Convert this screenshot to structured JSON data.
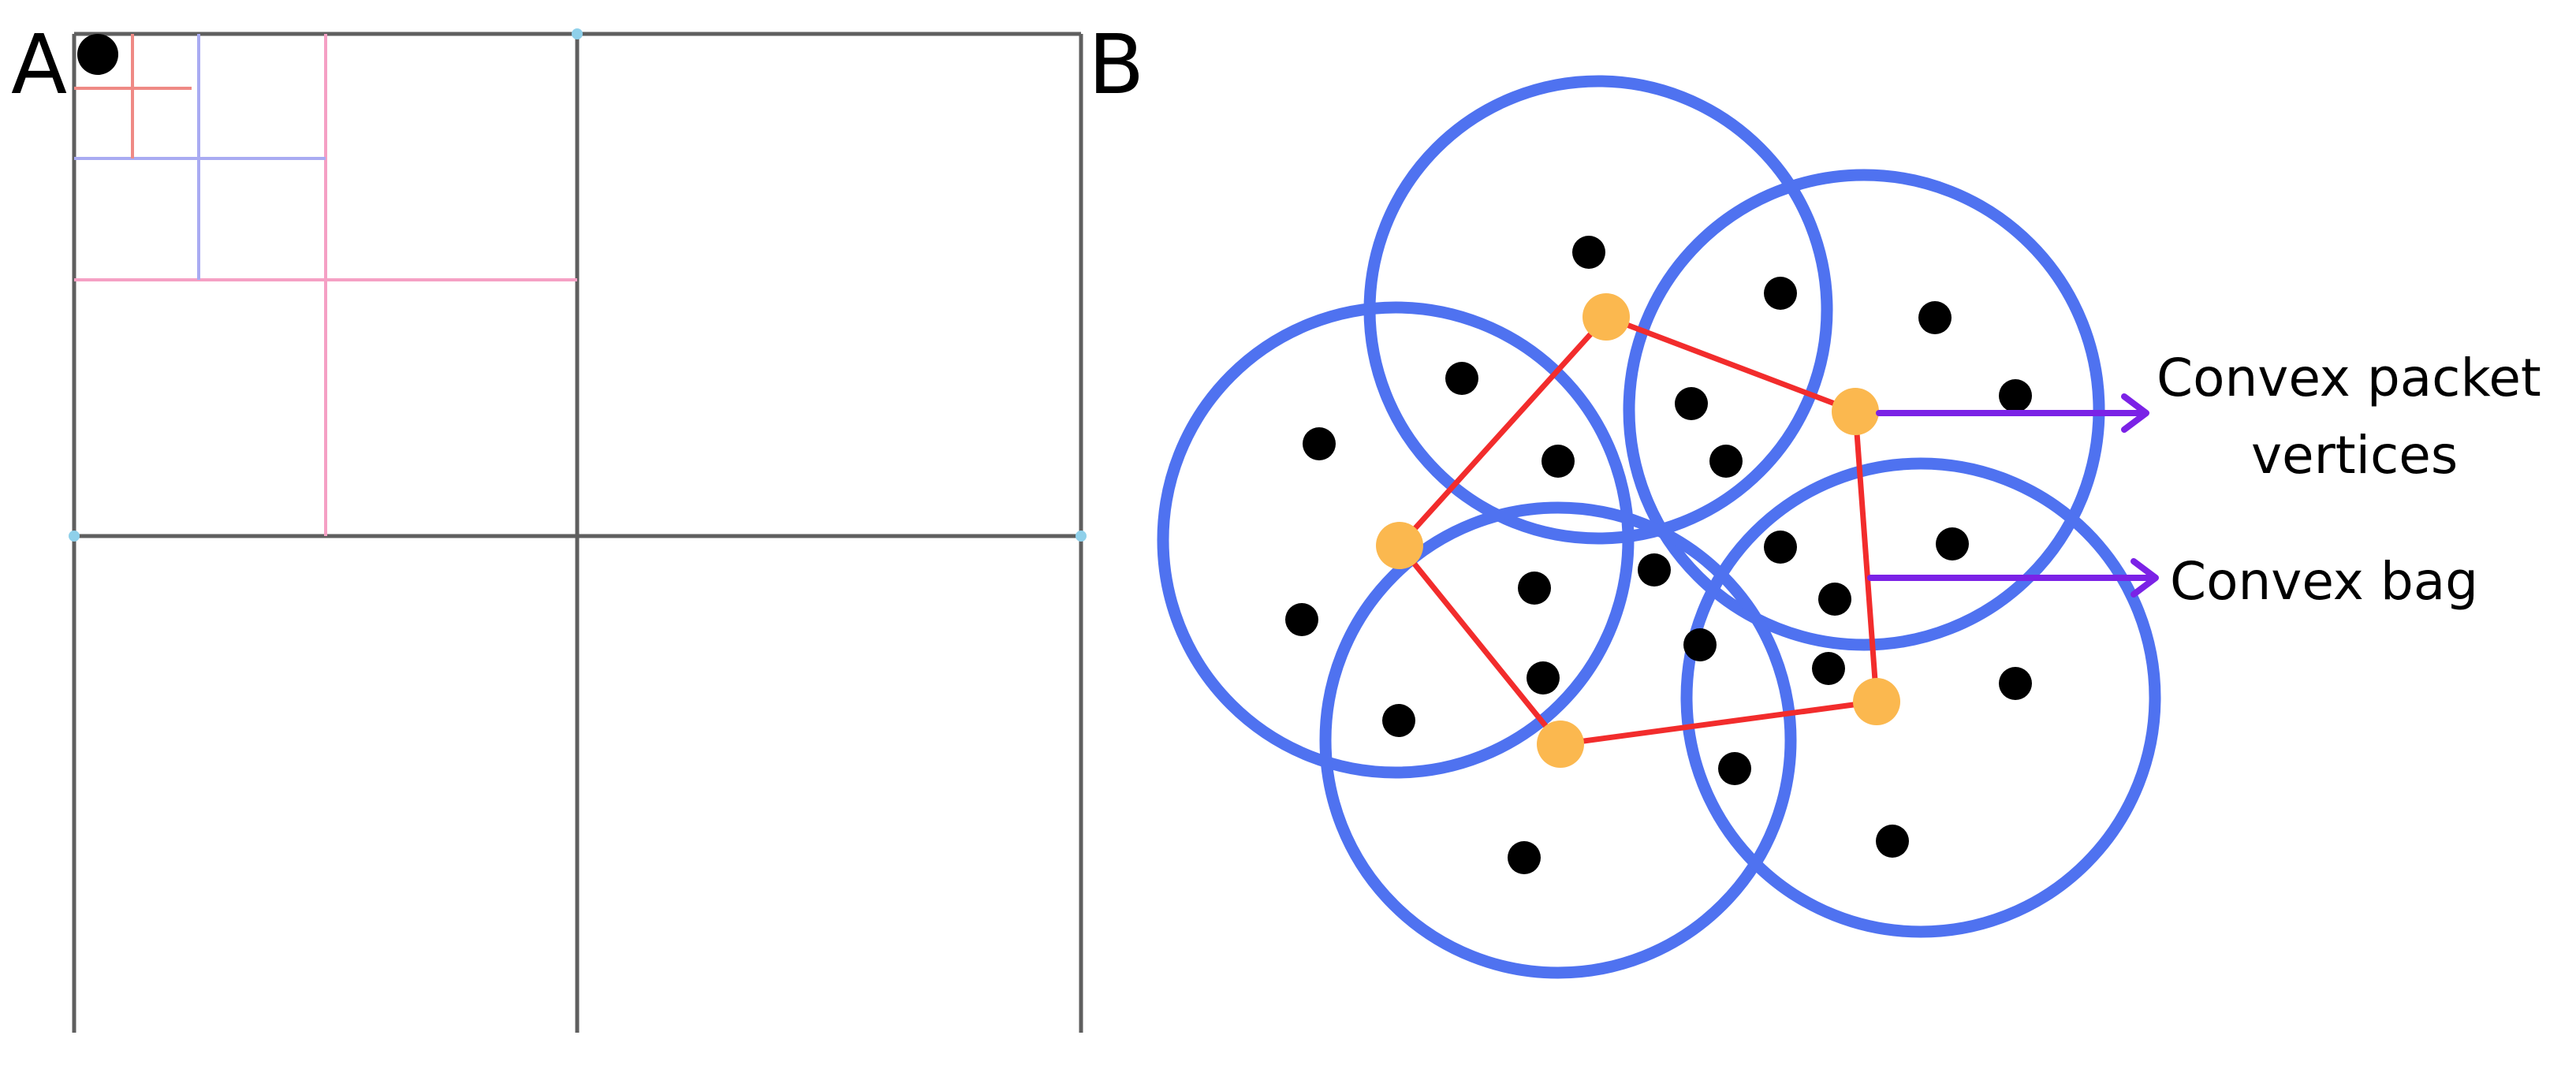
{
  "panels": {
    "a_label": "A",
    "b_label": "B"
  },
  "annotations": {
    "convex_vertices_line1": "Convex packet",
    "convex_vertices_line2": "vertices",
    "convex_bag": "Convex bag"
  },
  "colors": {
    "grid_line": "#5f5f5f",
    "grid_node": "#8fd0ea",
    "subdivision_red": "#ef8a85",
    "subdivision_blue": "#a9abf2",
    "subdivision_pink": "#f5a0c4",
    "circle_stroke": "#4f72f0",
    "hull_edge": "#f22c2c",
    "hull_vertex": "#fbb84f",
    "point": "#000000",
    "arrow": "#7b22e6"
  },
  "structure": {
    "panel_a": "quadtree subdivision with a single point in the top-left cell",
    "panel_b": "five overlapping circles containing black points, orange convex hull vertices connected by red edges"
  }
}
